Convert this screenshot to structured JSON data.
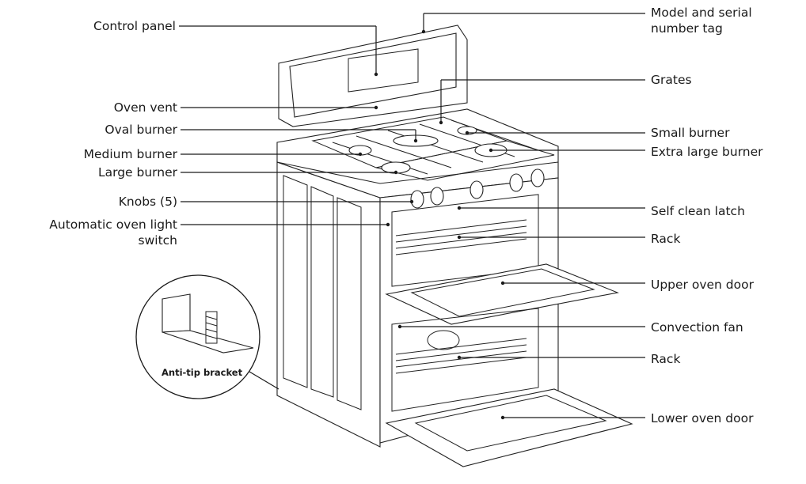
{
  "labels_left": [
    {
      "id": "control-panel",
      "text": "Control panel"
    },
    {
      "id": "oven-vent",
      "text": "Oven vent"
    },
    {
      "id": "oval-burner",
      "text": "Oval burner"
    },
    {
      "id": "medium-burner",
      "text": "Medium burner"
    },
    {
      "id": "large-burner",
      "text": "Large burner"
    },
    {
      "id": "knobs",
      "text": "Knobs (5)"
    },
    {
      "id": "light-switch-1",
      "text": "Automatic oven light"
    },
    {
      "id": "light-switch-2",
      "text": "switch"
    }
  ],
  "labels_right": [
    {
      "id": "model-tag-1",
      "text": "Model and serial"
    },
    {
      "id": "model-tag-2",
      "text": "number tag"
    },
    {
      "id": "grates",
      "text": "Grates"
    },
    {
      "id": "small-burner",
      "text": "Small burner"
    },
    {
      "id": "xl-burner",
      "text": "Extra large burner"
    },
    {
      "id": "self-clean-latch",
      "text": "Self clean latch"
    },
    {
      "id": "rack-upper",
      "text": "Rack"
    },
    {
      "id": "upper-door",
      "text": "Upper oven door"
    },
    {
      "id": "convection-fan",
      "text": "Convection fan"
    },
    {
      "id": "rack-lower",
      "text": "Rack"
    },
    {
      "id": "lower-door",
      "text": "Lower oven door"
    }
  ],
  "inset": {
    "label": "Anti-tip bracket"
  }
}
